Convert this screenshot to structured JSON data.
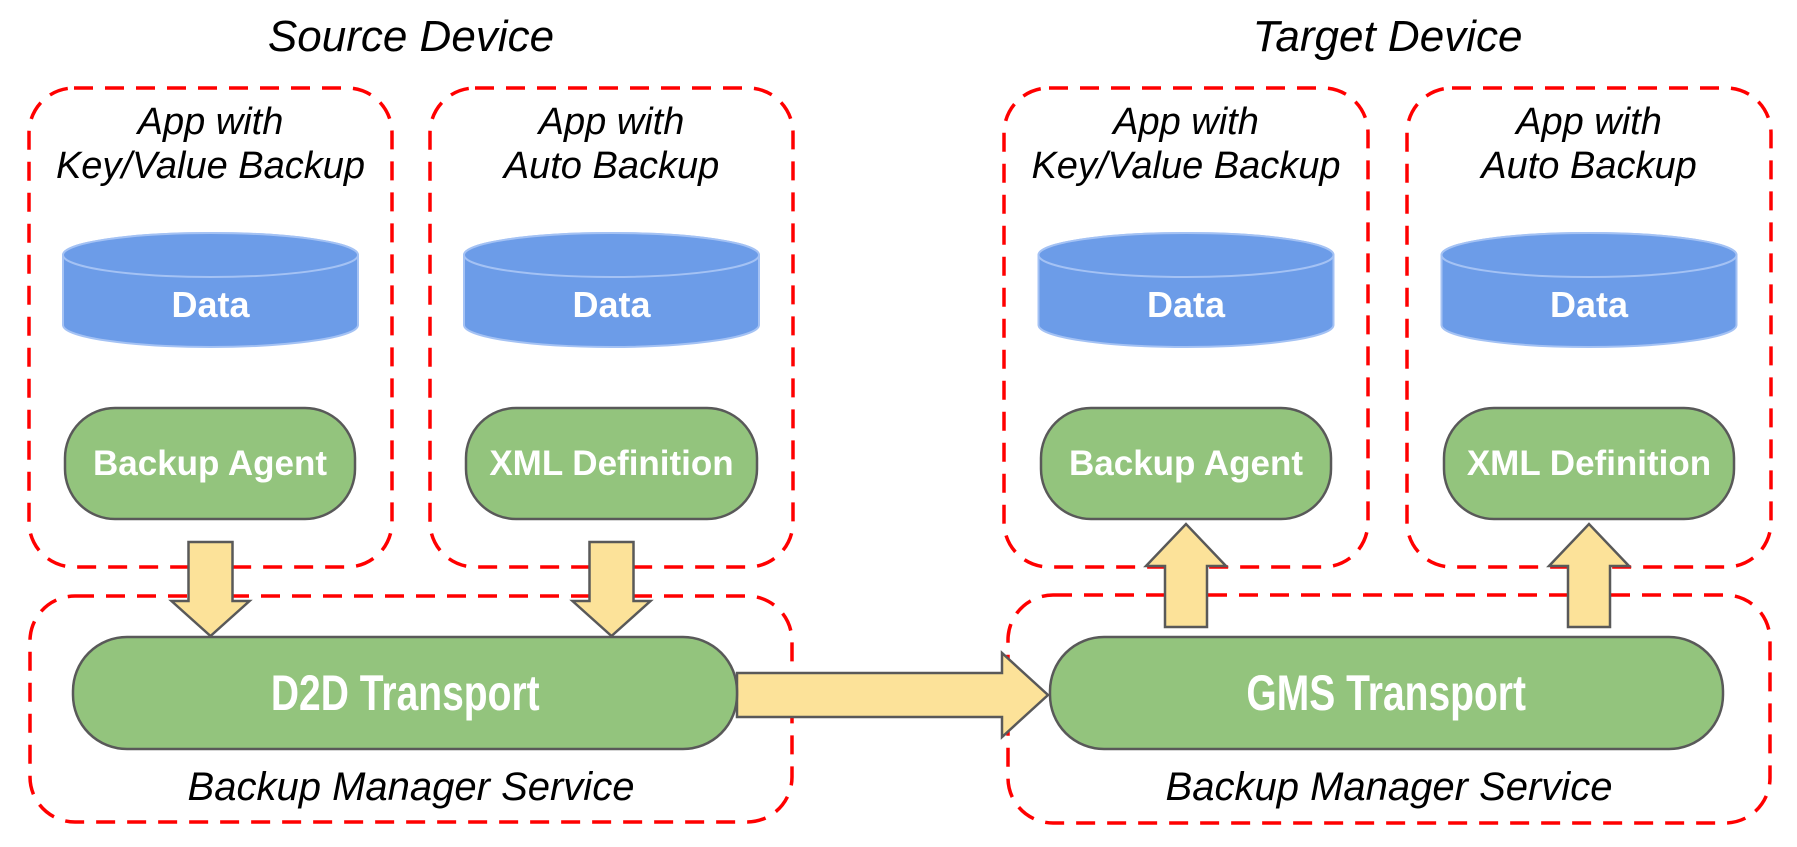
{
  "colors": {
    "canvas_bg": "#FFFFFF",
    "dashed_red": "#FF0000",
    "cylinder_blue": "#6C9CE8",
    "cylinder_blue_stroke": "#A4C2F4",
    "node_green": "#93C47D",
    "node_outline": "#595959",
    "arrow_yellow": "#FCE299",
    "arrow_outline": "#595959",
    "text_black": "#000000",
    "text_white": "#FFFFFF"
  },
  "source": {
    "title": "Source Device",
    "apps": [
      {
        "name_line1": "App with",
        "name_line2": "Key/Value Backup",
        "data_store": "Data",
        "component": "Backup Agent"
      },
      {
        "name_line1": "App with",
        "name_line2": "Auto Backup",
        "data_store": "Data",
        "component": "XML Definition"
      }
    ],
    "service": {
      "transport": "D2D Transport",
      "name": "Backup Manager Service"
    }
  },
  "target": {
    "title": "Target Device",
    "apps": [
      {
        "name_line1": "App with",
        "name_line2": "Key/Value Backup",
        "data_store": "Data",
        "component": "Backup Agent"
      },
      {
        "name_line1": "App with",
        "name_line2": "Auto Backup",
        "data_store": "Data",
        "component": "XML Definition"
      }
    ],
    "service": {
      "transport": "GMS Transport",
      "name": "Backup Manager Service"
    }
  }
}
